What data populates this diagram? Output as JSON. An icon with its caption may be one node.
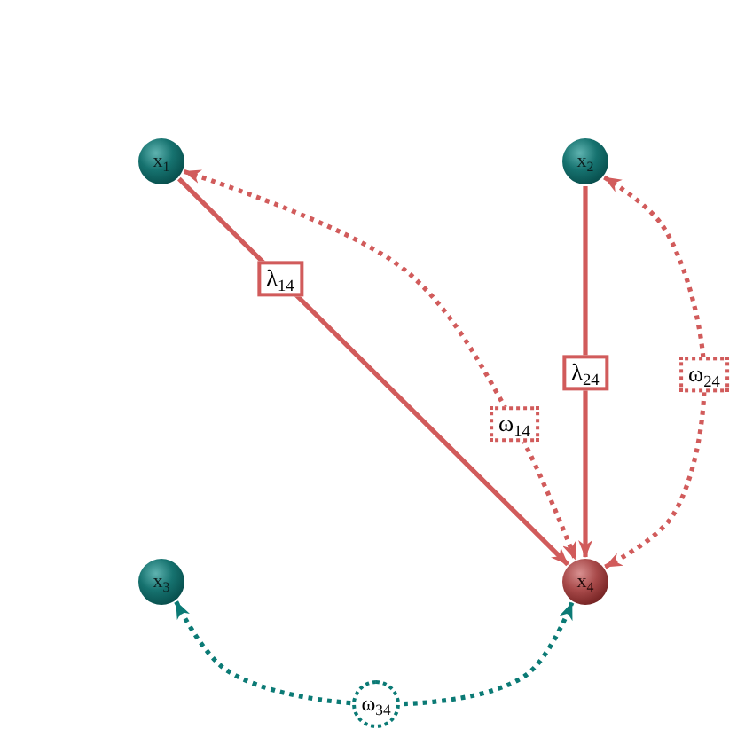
{
  "diagram": {
    "nodes": [
      {
        "text": [
          "x$_{1}$"
        ]
      },
      {
        "text": [
          "x$_{2}$"
        ]
      },
      {
        "text": [
          "x$_{3}$"
        ]
      },
      {
        "text": [
          "x$_{4}$"
        ]
      }
    ],
    "edges": [
      {
        "from": 0,
        "to": 3,
        "arrow": "to",
        "label": "λ$_{14}$"
      },
      {
        "from": 0,
        "to": 3,
        "arrow": "both",
        "label": "ω$_{14}$",
        "style": "dashed"
      },
      {
        "from": 1,
        "to": 3,
        "arrow": "to",
        "label": "λ$_{24}$"
      },
      {
        "from": 1,
        "to": 3,
        "arrow": "both",
        "label": "ω$_{24}$",
        "style": "dashed"
      },
      {
        "from": 2,
        "to": 3,
        "arrow": "both",
        "label": "ω$_{34}$",
        "style": "dashed",
        "color": "#0b7a75"
      }
    ]
  }
}
